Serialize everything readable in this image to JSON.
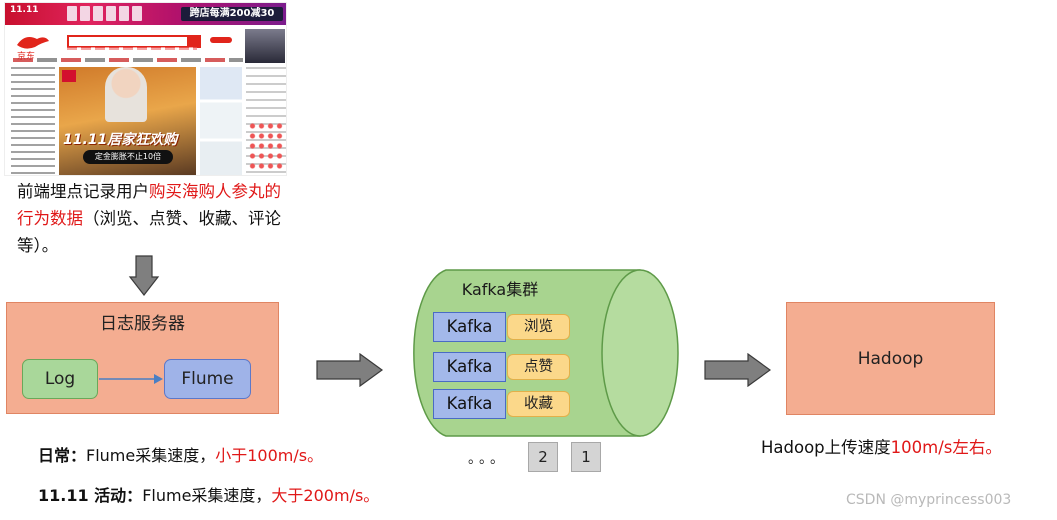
{
  "screenshot": {
    "banner_logo": "11.11",
    "banner_promo": "跨店每满200减30",
    "site_logo": "京东",
    "hero_title": "11.11居家狂欢购",
    "hero_button": "定金膨胀不止10倍"
  },
  "caption": {
    "part1": "前端埋点记录用户",
    "part2_red": "购买海购人参丸的行为数据",
    "part3": "（浏览、点赞、收藏、评论等）。"
  },
  "log_server": {
    "title": "日志服务器",
    "log_label": "Log",
    "flume_label": "Flume"
  },
  "kafka": {
    "title": "Kafka集群",
    "rows": [
      {
        "name": "Kafka",
        "tag": "浏览"
      },
      {
        "name": "Kafka",
        "tag": "点赞"
      },
      {
        "name": "Kafka",
        "tag": "收藏"
      }
    ],
    "ellipsis": "。。。",
    "partitions": [
      "2",
      "1"
    ]
  },
  "hadoop": {
    "label": "Hadoop",
    "note_prefix": "Hadoop上传速度",
    "note_red": "100m/s左右。"
  },
  "notes": {
    "daily_bold": "日常：",
    "daily_text": "Flume采集速度，",
    "daily_red": "小于100m/s。",
    "event_bold": "11.11 活动：",
    "event_text": "Flume采集速度，",
    "event_red": "大于200m/s。"
  },
  "watermark": "CSDN @myprincess003",
  "colors": {
    "server_fill": "#f4ad91",
    "log_fill": "#a9d79a",
    "flume_fill": "#9fb3e8",
    "cylinder_fill": "#a8d48f",
    "tag_fill": "#fbd88a",
    "highlight_red": "#e01818"
  }
}
